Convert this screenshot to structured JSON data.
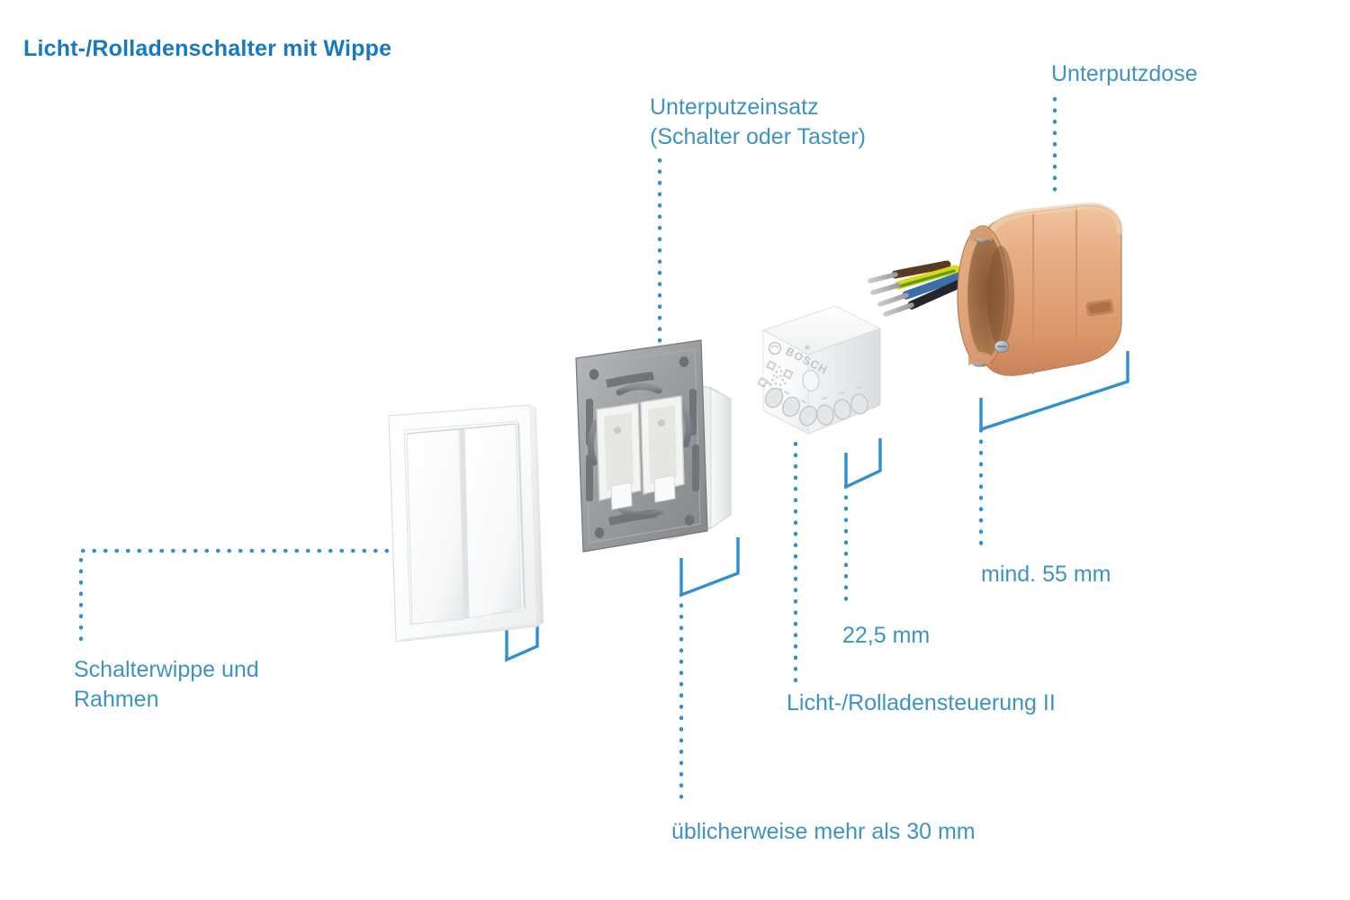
{
  "diagram": {
    "title": "Licht-/Rolladenschalter mit Wippe",
    "title_color": "#1878c0",
    "label_color": "#3d93c4",
    "leader_color": "#2f8fd0",
    "background": "#ffffff"
  },
  "labels": {
    "unterputzdose": "Unterputzdose",
    "unterputzeinsatz": "Unterputzeinsatz\n(Schalter oder Taster)",
    "schalterwippe": "Schalterwippe und\nRahmen",
    "steuerung": "Licht-/Rolladensteuerung II",
    "depth_switch": "üblicherweise mehr als 30 mm",
    "depth_module": "22,5 mm",
    "depth_box": "mind. 55 mm"
  },
  "parts": {
    "rocker_switch": {
      "name": "Schalterwippe und Rahmen",
      "body_color": "#ffffff",
      "frame_shade": "#e9ebec"
    },
    "flush_insert": {
      "name": "Unterputzeinsatz (Schalter oder Taster)",
      "plate_color": "#9b9ea0",
      "rocker_color": "#f2f2f0"
    },
    "bosch_module": {
      "name": "Licht-/Rolladensteuerung II",
      "brand": "BOSCH",
      "body_color": "#fbfbfb",
      "terminal_count": 6,
      "has_qr_code": true,
      "has_pair_button": true
    },
    "wall_box": {
      "name": "Unterputzdose",
      "body_color": "#e3a878",
      "inner_color": "#a9seven",
      "wires": [
        {
          "name": "brown-wire",
          "color": "#5a3a22"
        },
        {
          "name": "green-yellow-wire",
          "color": "#d9d90f"
        },
        {
          "name": "blue-wire",
          "color": "#3b6fa8"
        },
        {
          "name": "black-wire",
          "color": "#24262a"
        }
      ]
    }
  }
}
